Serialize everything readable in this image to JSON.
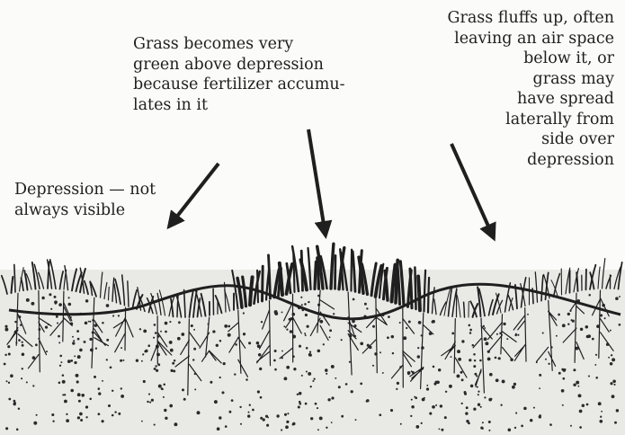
{
  "labels": {
    "center": "Grass becomes very\ngreen above depression\nbecause fertilizer accumu-\nlates in it",
    "left": "Depression — not\nalways visible",
    "right": "Grass fluffs up, often\nleaving an air space\nbelow it, or\ngrass may\nhave spread\nlaterally from\nside over\ndepression"
  },
  "colors": {
    "ink": "#1f1f1f",
    "paper": "#fbfbf9",
    "soil": "#e9e9e6"
  }
}
